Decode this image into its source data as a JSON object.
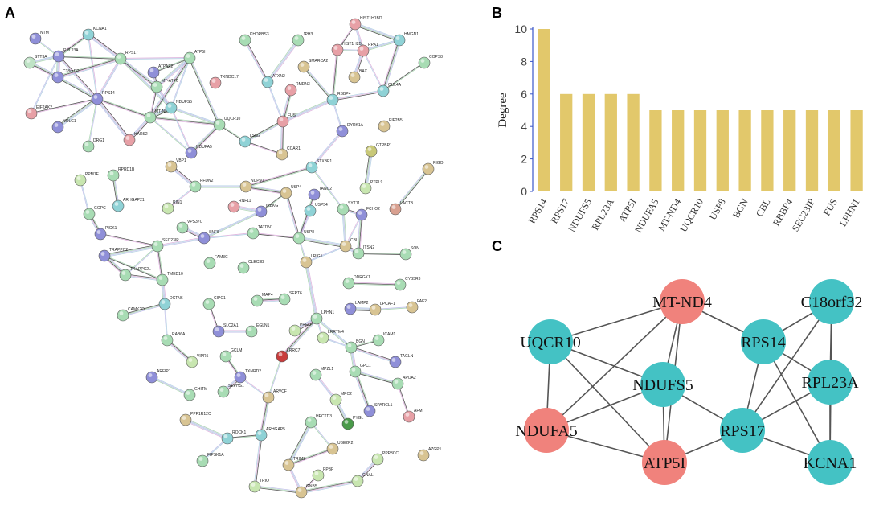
{
  "panels": {
    "a": "A",
    "b": "B",
    "c": "C"
  },
  "network_a": {
    "nodes": [
      [
        "NTM",
        44,
        48,
        "#8f8fd8"
      ],
      [
        "KCNA1",
        110,
        43,
        "#8fd2d6"
      ],
      [
        "STT3A",
        37,
        78,
        "#bfe3c6"
      ],
      [
        "RPL23A",
        73,
        70,
        "#8f8fd8"
      ],
      [
        "RPS17",
        150,
        73,
        "#a8dcb4"
      ],
      [
        "ATPAF2",
        191,
        90,
        "#8f8fd8"
      ],
      [
        "ATP5I",
        236,
        72,
        "#a8dcb4"
      ],
      [
        "MT-ATP6",
        195,
        108,
        "#a8dcb4"
      ],
      [
        "C18orf32",
        72,
        96,
        "#8f8fd8"
      ],
      [
        "EIF2AK2",
        39,
        141,
        "#e7a0a6"
      ],
      [
        "RPS14",
        121,
        123,
        "#8f8fd8"
      ],
      [
        "TXNDC17",
        268,
        103,
        "#e7a0a6"
      ],
      [
        "NOLC1",
        72,
        158,
        "#8f8fd8"
      ],
      [
        "DRG1",
        110,
        182,
        "#a8dcb4"
      ],
      [
        "MT-ND4",
        187,
        146,
        "#a8dcb4"
      ],
      [
        "NDUFS5",
        213,
        134,
        "#8fd2d6"
      ],
      [
        "HARS2",
        161,
        174,
        "#e7a0a6"
      ],
      [
        "NDUFA5",
        238,
        190,
        "#8f8fd8"
      ],
      [
        "UQCR10",
        273,
        155,
        "#a8dcb4"
      ],
      [
        "KHDRBS3",
        305,
        50,
        "#a8dcb4"
      ],
      [
        "JPH3",
        371,
        50,
        "#a8dcb4"
      ],
      [
        "ATXN2",
        333,
        102,
        "#8fd2d6"
      ],
      [
        "SMARCA2",
        378,
        83,
        "#d8c493"
      ],
      [
        "RMDN3",
        362,
        112,
        "#e7a0a6"
      ],
      [
        "HIST1H1BD",
        442,
        30,
        "#e7a0a6"
      ],
      [
        "HMGN1",
        497,
        50,
        "#8fd2d6"
      ],
      [
        "RPA1",
        452,
        63,
        "#e7a0a6"
      ],
      [
        "HIST1H2BL",
        420,
        62,
        "#e7a0a6"
      ],
      [
        "BAX",
        441,
        96,
        "#d8c493"
      ],
      [
        "COPS8",
        528,
        78,
        "#a8dcb4"
      ],
      [
        "CUL4A",
        477,
        113,
        "#8fd2d6"
      ],
      [
        "RBBP4",
        414,
        124,
        "#8fd2d6"
      ],
      [
        "FUS",
        352,
        151,
        "#e7a0a6"
      ],
      [
        "LSM2",
        305,
        176,
        "#8fd2d6"
      ],
      [
        "EIF2B5",
        478,
        157,
        "#d8c493"
      ],
      [
        "DYRK1A",
        426,
        163,
        "#8f8fd8"
      ],
      [
        "CCAR1",
        351,
        192,
        "#d8c493"
      ],
      [
        "GTPBP1",
        462,
        188,
        "#c8c878"
      ],
      [
        "STXBP1",
        388,
        208,
        "#8fd2d6"
      ],
      [
        "VBP1",
        213,
        207,
        "#d8c493"
      ],
      [
        "PIGO",
        533,
        210,
        "#d8c493"
      ],
      [
        "PPM1E",
        100,
        224,
        "#c8e6b0"
      ],
      [
        "RPRD1B",
        141,
        218,
        "#a8dcb4"
      ],
      [
        "PFDN2",
        243,
        232,
        "#a8dcb4"
      ],
      [
        "NUP50",
        306,
        232,
        "#d8c493"
      ],
      [
        "PTPL9",
        455,
        234,
        "#c8e6b0"
      ],
      [
        "ARHGAP21",
        147,
        256,
        "#8fd2d6"
      ],
      [
        "USP4",
        356,
        240,
        "#d8c493"
      ],
      [
        "TANC2",
        391,
        242,
        "#8f8fd8"
      ],
      [
        "SYT11",
        427,
        260,
        "#a8dcb4"
      ],
      [
        "LACTB",
        492,
        260,
        "#d8a090"
      ],
      [
        "GOPC",
        111,
        266,
        "#a8dcb4"
      ],
      [
        "RIN1",
        209,
        259,
        "#c8e6b0"
      ],
      [
        "RNF11",
        291,
        257,
        "#e7a0a6"
      ],
      [
        "IKBKG",
        325,
        263,
        "#8f8fd8"
      ],
      [
        "USP54",
        386,
        262,
        "#8fd2d6"
      ],
      [
        "FCHO2",
        450,
        267,
        "#8f8fd8"
      ],
      [
        "VPS37C",
        227,
        283,
        "#a8dcb4"
      ],
      [
        "SNF8",
        254,
        296,
        "#8f8fd8"
      ],
      [
        "TATDN1",
        315,
        290,
        "#a8dcb4"
      ],
      [
        "PICK1",
        125,
        291,
        "#8f8fd8"
      ],
      [
        "SEC23IP",
        196,
        306,
        "#a8dcb4"
      ],
      [
        "USP8",
        372,
        296,
        "#a8dcb4"
      ],
      [
        "CBL",
        430,
        306,
        "#d8c493"
      ],
      [
        "ITSN2",
        446,
        315,
        "#a8dcb4"
      ],
      [
        "SON",
        505,
        316,
        "#a8dcb4"
      ],
      [
        "TRAPPC2",
        130,
        318,
        "#8f8fd8"
      ],
      [
        "FAM3C",
        261,
        327,
        "#a8dcb4"
      ],
      [
        "CLEC3B",
        303,
        333,
        "#a8dcb4"
      ],
      [
        "LRIG1",
        381,
        326,
        "#d8c493"
      ],
      [
        "TRAPPC2L",
        156,
        342,
        "#a8dcb4"
      ],
      [
        "TMED10",
        202,
        348,
        "#a8dcb4"
      ],
      [
        "DDRGK1",
        434,
        352,
        "#a8dcb4"
      ],
      [
        "CYB5R3",
        498,
        354,
        "#a8dcb4"
      ],
      [
        "DCTN6",
        205,
        378,
        "#8fd2d6"
      ],
      [
        "CIPC1",
        260,
        378,
        "#a8dcb4"
      ],
      [
        "MAP4",
        320,
        374,
        "#a8dcb4"
      ],
      [
        "SEPT6",
        354,
        372,
        "#a8dcb4"
      ],
      [
        "LAMP2",
        436,
        384,
        "#8f8fd8"
      ],
      [
        "LPCAF1",
        467,
        385,
        "#d8c493"
      ],
      [
        "FAF2",
        513,
        382,
        "#d8c493"
      ],
      [
        "CAMK2D",
        153,
        392,
        "#a8dcb4"
      ],
      [
        "LPHN1",
        394,
        396,
        "#a8dcb4"
      ],
      [
        "SLC2A1",
        272,
        412,
        "#8f8fd8"
      ],
      [
        "EGLN1",
        313,
        412,
        "#a8dcb4"
      ],
      [
        "PRELP",
        367,
        411,
        "#c8e6b0"
      ],
      [
        "LRRTM4",
        402,
        420,
        "#c8e6b0"
      ],
      [
        "BGN",
        437,
        432,
        "#a8dcb4"
      ],
      [
        "ICAM1",
        471,
        423,
        "#a8dcb4"
      ],
      [
        "RAB6A",
        208,
        423,
        "#a8dcb4"
      ],
      [
        "LRRC7",
        351,
        443,
        "#c83c3c"
      ],
      [
        "TAGLN",
        492,
        450,
        "#8f8fd8"
      ],
      [
        "VIPR5",
        239,
        450,
        "#c8e6b0"
      ],
      [
        "GCLM",
        281,
        443,
        "#a8dcb4"
      ],
      [
        "TXNRD2",
        299,
        469,
        "#8f8fd8"
      ],
      [
        "ARFIP1",
        189,
        469,
        "#8f8fd8"
      ],
      [
        "MPZL1",
        393,
        466,
        "#a8dcb4"
      ],
      [
        "GPC1",
        442,
        462,
        "#a8dcb4"
      ],
      [
        "APOA2",
        495,
        477,
        "#a8dcb4"
      ],
      [
        "SEPHS1",
        278,
        487,
        "#a8dcb4"
      ],
      [
        "ARVCF",
        334,
        494,
        "#d8c493"
      ],
      [
        "GHITM",
        236,
        491,
        "#a8dcb4"
      ],
      [
        "SPARCL1",
        460,
        511,
        "#8f8fd8"
      ],
      [
        "AFM",
        509,
        518,
        "#e7a0a6"
      ],
      [
        "MPC2",
        418,
        497,
        "#c8e6b0"
      ],
      [
        "PYGL",
        433,
        527,
        "#4a9a4a"
      ],
      [
        "HECTD3",
        387,
        525,
        "#a8dcb4"
      ],
      [
        "PPP1R12C",
        231,
        522,
        "#d8c493"
      ],
      [
        "ARHGAP5",
        325,
        541,
        "#8fd2d6"
      ],
      [
        "ROCK1",
        283,
        545,
        "#8fd2d6"
      ],
      [
        "UBE2R2",
        414,
        558,
        "#d8c493"
      ],
      [
        "AZGP1",
        527,
        566,
        "#d8c493"
      ],
      [
        "PPP3CC",
        470,
        571,
        "#c8e6b0"
      ],
      [
        "TRIM9",
        359,
        578,
        "#d8c493"
      ],
      [
        "FIPSK1A",
        252,
        573,
        "#a8dcb4"
      ],
      [
        "PPBP",
        396,
        591,
        "#c8e6b0"
      ],
      [
        "GNAL",
        445,
        598,
        "#c8e6b0"
      ],
      [
        "TRIO",
        317,
        605,
        "#c8e6b0"
      ],
      [
        "GNB5",
        375,
        612,
        "#d8c493"
      ]
    ],
    "edges": [
      [
        "NTM",
        "RPL23A"
      ],
      [
        "KCNA1",
        "RPL23A"
      ],
      [
        "KCNA1",
        "RPS17"
      ],
      [
        "KCNA1",
        "RPS14"
      ],
      [
        "STT3A",
        "RPL23A"
      ],
      [
        "STT3A",
        "C18orf32"
      ],
      [
        "RPL23A",
        "RPS17"
      ],
      [
        "RPL23A",
        "RPS14"
      ],
      [
        "RPL23A",
        "C18orf32"
      ],
      [
        "RPL23A",
        "EIF2AK2"
      ],
      [
        "C18orf32",
        "RPS14"
      ],
      [
        "C18orf32",
        "RPS17"
      ],
      [
        "EIF2AK2",
        "RPS14"
      ],
      [
        "RPS14",
        "RPS17"
      ],
      [
        "RPS14",
        "NOLC1"
      ],
      [
        "RPS14",
        "DRG1"
      ],
      [
        "RPS14",
        "MT-ND4"
      ],
      [
        "RPS14",
        "HARS2"
      ],
      [
        "RPS17",
        "ATP5I"
      ],
      [
        "RPS17",
        "NDUFS5"
      ],
      [
        "RPS17",
        "MT-ATP6"
      ],
      [
        "ATPAF2",
        "ATP5I"
      ],
      [
        "ATPAF2",
        "MT-ATP6"
      ],
      [
        "ATP5I",
        "MT-ATP6"
      ],
      [
        "ATP5I",
        "NDUFS5"
      ],
      [
        "ATP5I",
        "UQCR10"
      ],
      [
        "ATP5I",
        "MT-ND4"
      ],
      [
        "MT-ATP6",
        "MT-ND4"
      ],
      [
        "MT-ATP6",
        "NDUFS5"
      ],
      [
        "MT-ND4",
        "NDUFS5"
      ],
      [
        "MT-ND4",
        "NDUFA5"
      ],
      [
        "MT-ND4",
        "UQCR10"
      ],
      [
        "MT-ND4",
        "HARS2"
      ],
      [
        "NDUFS5",
        "NDUFA5"
      ],
      [
        "NDUFS5",
        "UQCR10"
      ],
      [
        "NDUFA5",
        "UQCR10"
      ],
      [
        "UQCR10",
        "LSM2"
      ],
      [
        "KHDRBS3",
        "ATXN2"
      ],
      [
        "JPH3",
        "ATXN2"
      ],
      [
        "ATXN2",
        "FUS"
      ],
      [
        "SMARCA2",
        "RBBP4"
      ],
      [
        "RMDN3",
        "FUS"
      ],
      [
        "HIST1H1BD",
        "HIST1H2BL"
      ],
      [
        "HIST1H1BD",
        "RPA1"
      ],
      [
        "HIST1H1BD",
        "HMGN1"
      ],
      [
        "HIST1H2BL",
        "RPA1"
      ],
      [
        "HIST1H2BL",
        "RBBP4"
      ],
      [
        "RPA1",
        "BAX"
      ],
      [
        "RPA1",
        "CUL4A"
      ],
      [
        "RPA1",
        "HMGN1"
      ],
      [
        "HMGN1",
        "CUL4A"
      ],
      [
        "COPS8",
        "CUL4A"
      ],
      [
        "CUL4A",
        "RBBP4"
      ],
      [
        "RBBP4",
        "FUS"
      ],
      [
        "RBBP4",
        "DYRK1A"
      ],
      [
        "FUS",
        "LSM2"
      ],
      [
        "FUS",
        "CCAR1"
      ],
      [
        "LSM2",
        "CCAR1"
      ],
      [
        "DYRK1A",
        "STXBP1"
      ],
      [
        "GTPBP1",
        "PTPL9"
      ],
      [
        "STXBP1",
        "SYT11"
      ],
      [
        "STXBP1",
        "NUP50"
      ],
      [
        "VBP1",
        "PFDN2"
      ],
      [
        "PFDN2",
        "RIN1"
      ],
      [
        "PFDN2",
        "NUP50"
      ],
      [
        "NUP50",
        "USP4"
      ],
      [
        "USP4",
        "IKBKG"
      ],
      [
        "USP4",
        "USP8"
      ],
      [
        "RNF11",
        "IKBKG"
      ],
      [
        "PPM1E",
        "GOPC"
      ],
      [
        "RPRD1B",
        "ARHGAP21"
      ],
      [
        "GOPC",
        "PICK1"
      ],
      [
        "PICK1",
        "SEC23IP"
      ],
      [
        "SEC23IP",
        "SNF8"
      ],
      [
        "SEC23IP",
        "TRAPPC2"
      ],
      [
        "SEC23IP",
        "TRAPPC2L"
      ],
      [
        "SEC23IP",
        "TMED10"
      ],
      [
        "SNF8",
        "VPS37C"
      ],
      [
        "SNF8",
        "TATDN1"
      ],
      [
        "SNF8",
        "IKBKG"
      ],
      [
        "TRAPPC2",
        "TRAPPC2L"
      ],
      [
        "TRAPPC2",
        "TMED10"
      ],
      [
        "TRAPPC2L",
        "TMED10"
      ],
      [
        "TMED10",
        "DCTN6"
      ],
      [
        "DCTN6",
        "RAB6A"
      ],
      [
        "DCTN6",
        "CAMK2D"
      ],
      [
        "RAB6A",
        "VIPR5"
      ],
      [
        "USP8",
        "TATDN1"
      ],
      [
        "USP8",
        "USP54"
      ],
      [
        "USP8",
        "CBL"
      ],
      [
        "USP8",
        "LRIG1"
      ],
      [
        "USP8",
        "TANC2"
      ],
      [
        "CBL",
        "ITSN2"
      ],
      [
        "CBL",
        "FCHO2"
      ],
      [
        "CBL",
        "SYT11"
      ],
      [
        "ITSN2",
        "FCHO2"
      ],
      [
        "ITSN2",
        "SON"
      ],
      [
        "SYT11",
        "FCHO2"
      ],
      [
        "LRIG1",
        "LPHN1"
      ],
      [
        "CBL",
        "LRIG1"
      ],
      [
        "LACTB",
        "PIGO"
      ],
      [
        "MAP4",
        "SEPT6"
      ],
      [
        "CIPC1",
        "SLC2A1"
      ],
      [
        "SLC2A1",
        "EGLN1"
      ],
      [
        "LAMP2",
        "LPCAF1"
      ],
      [
        "LPCAF1",
        "FAF2"
      ],
      [
        "CYB5R3",
        "DDRGK1"
      ],
      [
        "LPHN1",
        "PRELP"
      ],
      [
        "LPHN1",
        "LRRTM4"
      ],
      [
        "LPHN1",
        "BGN"
      ],
      [
        "LPHN1",
        "LRRC7"
      ],
      [
        "BGN",
        "ICAM1"
      ],
      [
        "BGN",
        "TAGLN"
      ],
      [
        "BGN",
        "GPC1"
      ],
      [
        "BGN",
        "LRRTM4"
      ],
      [
        "GPC1",
        "APOA2"
      ],
      [
        "GPC1",
        "SPARCL1"
      ],
      [
        "APOA2",
        "AFM"
      ],
      [
        "MPZL1",
        "MPC2"
      ],
      [
        "MPC2",
        "PYGL"
      ],
      [
        "LRRC7",
        "ARVCF"
      ],
      [
        "GCLM",
        "TXNRD2"
      ],
      [
        "TXNRD2",
        "SEPHS1"
      ],
      [
        "TXNRD2",
        "ARVCF"
      ],
      [
        "ARFIP1",
        "GHITM"
      ],
      [
        "ARVCF",
        "ARHGAP5"
      ],
      [
        "ARHGAP5",
        "ROCK1"
      ],
      [
        "ARHGAP5",
        "TRIO"
      ],
      [
        "ROCK1",
        "PPP1R12C"
      ],
      [
        "ROCK1",
        "FIPSK1A"
      ],
      [
        "TRIO",
        "GNB5"
      ],
      [
        "GNB5",
        "GNAL"
      ],
      [
        "GNB5",
        "PPBP"
      ],
      [
        "GNB5",
        "TRIM9"
      ],
      [
        "HECTD3",
        "TRIM9"
      ],
      [
        "HECTD3",
        "UBE2R2"
      ],
      [
        "TRIM9",
        "UBE2R2"
      ],
      [
        "PPP3CC",
        "GNAL"
      ]
    ]
  },
  "chart_data": {
    "type": "bar",
    "ylabel": "Degree",
    "xlabel": "",
    "categories": [
      "RPS14",
      "RPS17",
      "NDUFS5",
      "RPL23A",
      "ATP5I",
      "NDUFA5",
      "MT-ND4",
      "UQCR10",
      "USP8",
      "BGN",
      "CBL",
      "RBBP4",
      "SEC23IP",
      "FUS",
      "LPHN1"
    ],
    "values": [
      10,
      6,
      6,
      6,
      6,
      5,
      5,
      5,
      5,
      5,
      5,
      5,
      5,
      5,
      5
    ],
    "ylim": [
      0,
      10
    ],
    "yticks": [
      0,
      2,
      4,
      6,
      8,
      10
    ],
    "bar_color": "#e2c86b",
    "axis_color": "#3a56c8"
  },
  "network_c": {
    "nodes": [
      [
        "MT-ND4",
        249,
        65,
        "#f0827c"
      ],
      [
        "C18orf32",
        435,
        65,
        "#44c2c4"
      ],
      [
        "UQCR10",
        85,
        115,
        "#44c2c4"
      ],
      [
        "RPS14",
        350,
        115,
        "#44c2c4"
      ],
      [
        "NDUFS5",
        225,
        168,
        "#44c2c4"
      ],
      [
        "RPL23A",
        433,
        165,
        "#44c2c4"
      ],
      [
        "NDUFA5",
        80,
        225,
        "#f0827c"
      ],
      [
        "RPS17",
        324,
        225,
        "#44c2c4"
      ],
      [
        "ATP5I",
        227,
        265,
        "#f0827c"
      ],
      [
        "KCNA1",
        433,
        265,
        "#44c2c4"
      ]
    ],
    "edges": [
      [
        "MT-ND4",
        "UQCR10"
      ],
      [
        "MT-ND4",
        "NDUFS5"
      ],
      [
        "MT-ND4",
        "RPS14"
      ],
      [
        "MT-ND4",
        "ATP5I"
      ],
      [
        "MT-ND4",
        "NDUFA5"
      ],
      [
        "UQCR10",
        "NDUFS5"
      ],
      [
        "UQCR10",
        "NDUFA5"
      ],
      [
        "UQCR10",
        "ATP5I"
      ],
      [
        "NDUFS5",
        "NDUFA5"
      ],
      [
        "NDUFS5",
        "ATP5I"
      ],
      [
        "NDUFS5",
        "RPS17"
      ],
      [
        "NDUFA5",
        "ATP5I"
      ],
      [
        "ATP5I",
        "RPS17"
      ],
      [
        "RPS14",
        "C18orf32"
      ],
      [
        "RPS14",
        "RPL23A"
      ],
      [
        "RPS14",
        "RPS17"
      ],
      [
        "RPS14",
        "KCNA1"
      ],
      [
        "C18orf32",
        "RPL23A"
      ],
      [
        "C18orf32",
        "RPS17"
      ],
      [
        "RPL23A",
        "RPS17"
      ],
      [
        "RPL23A",
        "KCNA1"
      ],
      [
        "RPS17",
        "KCNA1"
      ],
      [
        "C18orf32",
        "KCNA1"
      ]
    ]
  }
}
